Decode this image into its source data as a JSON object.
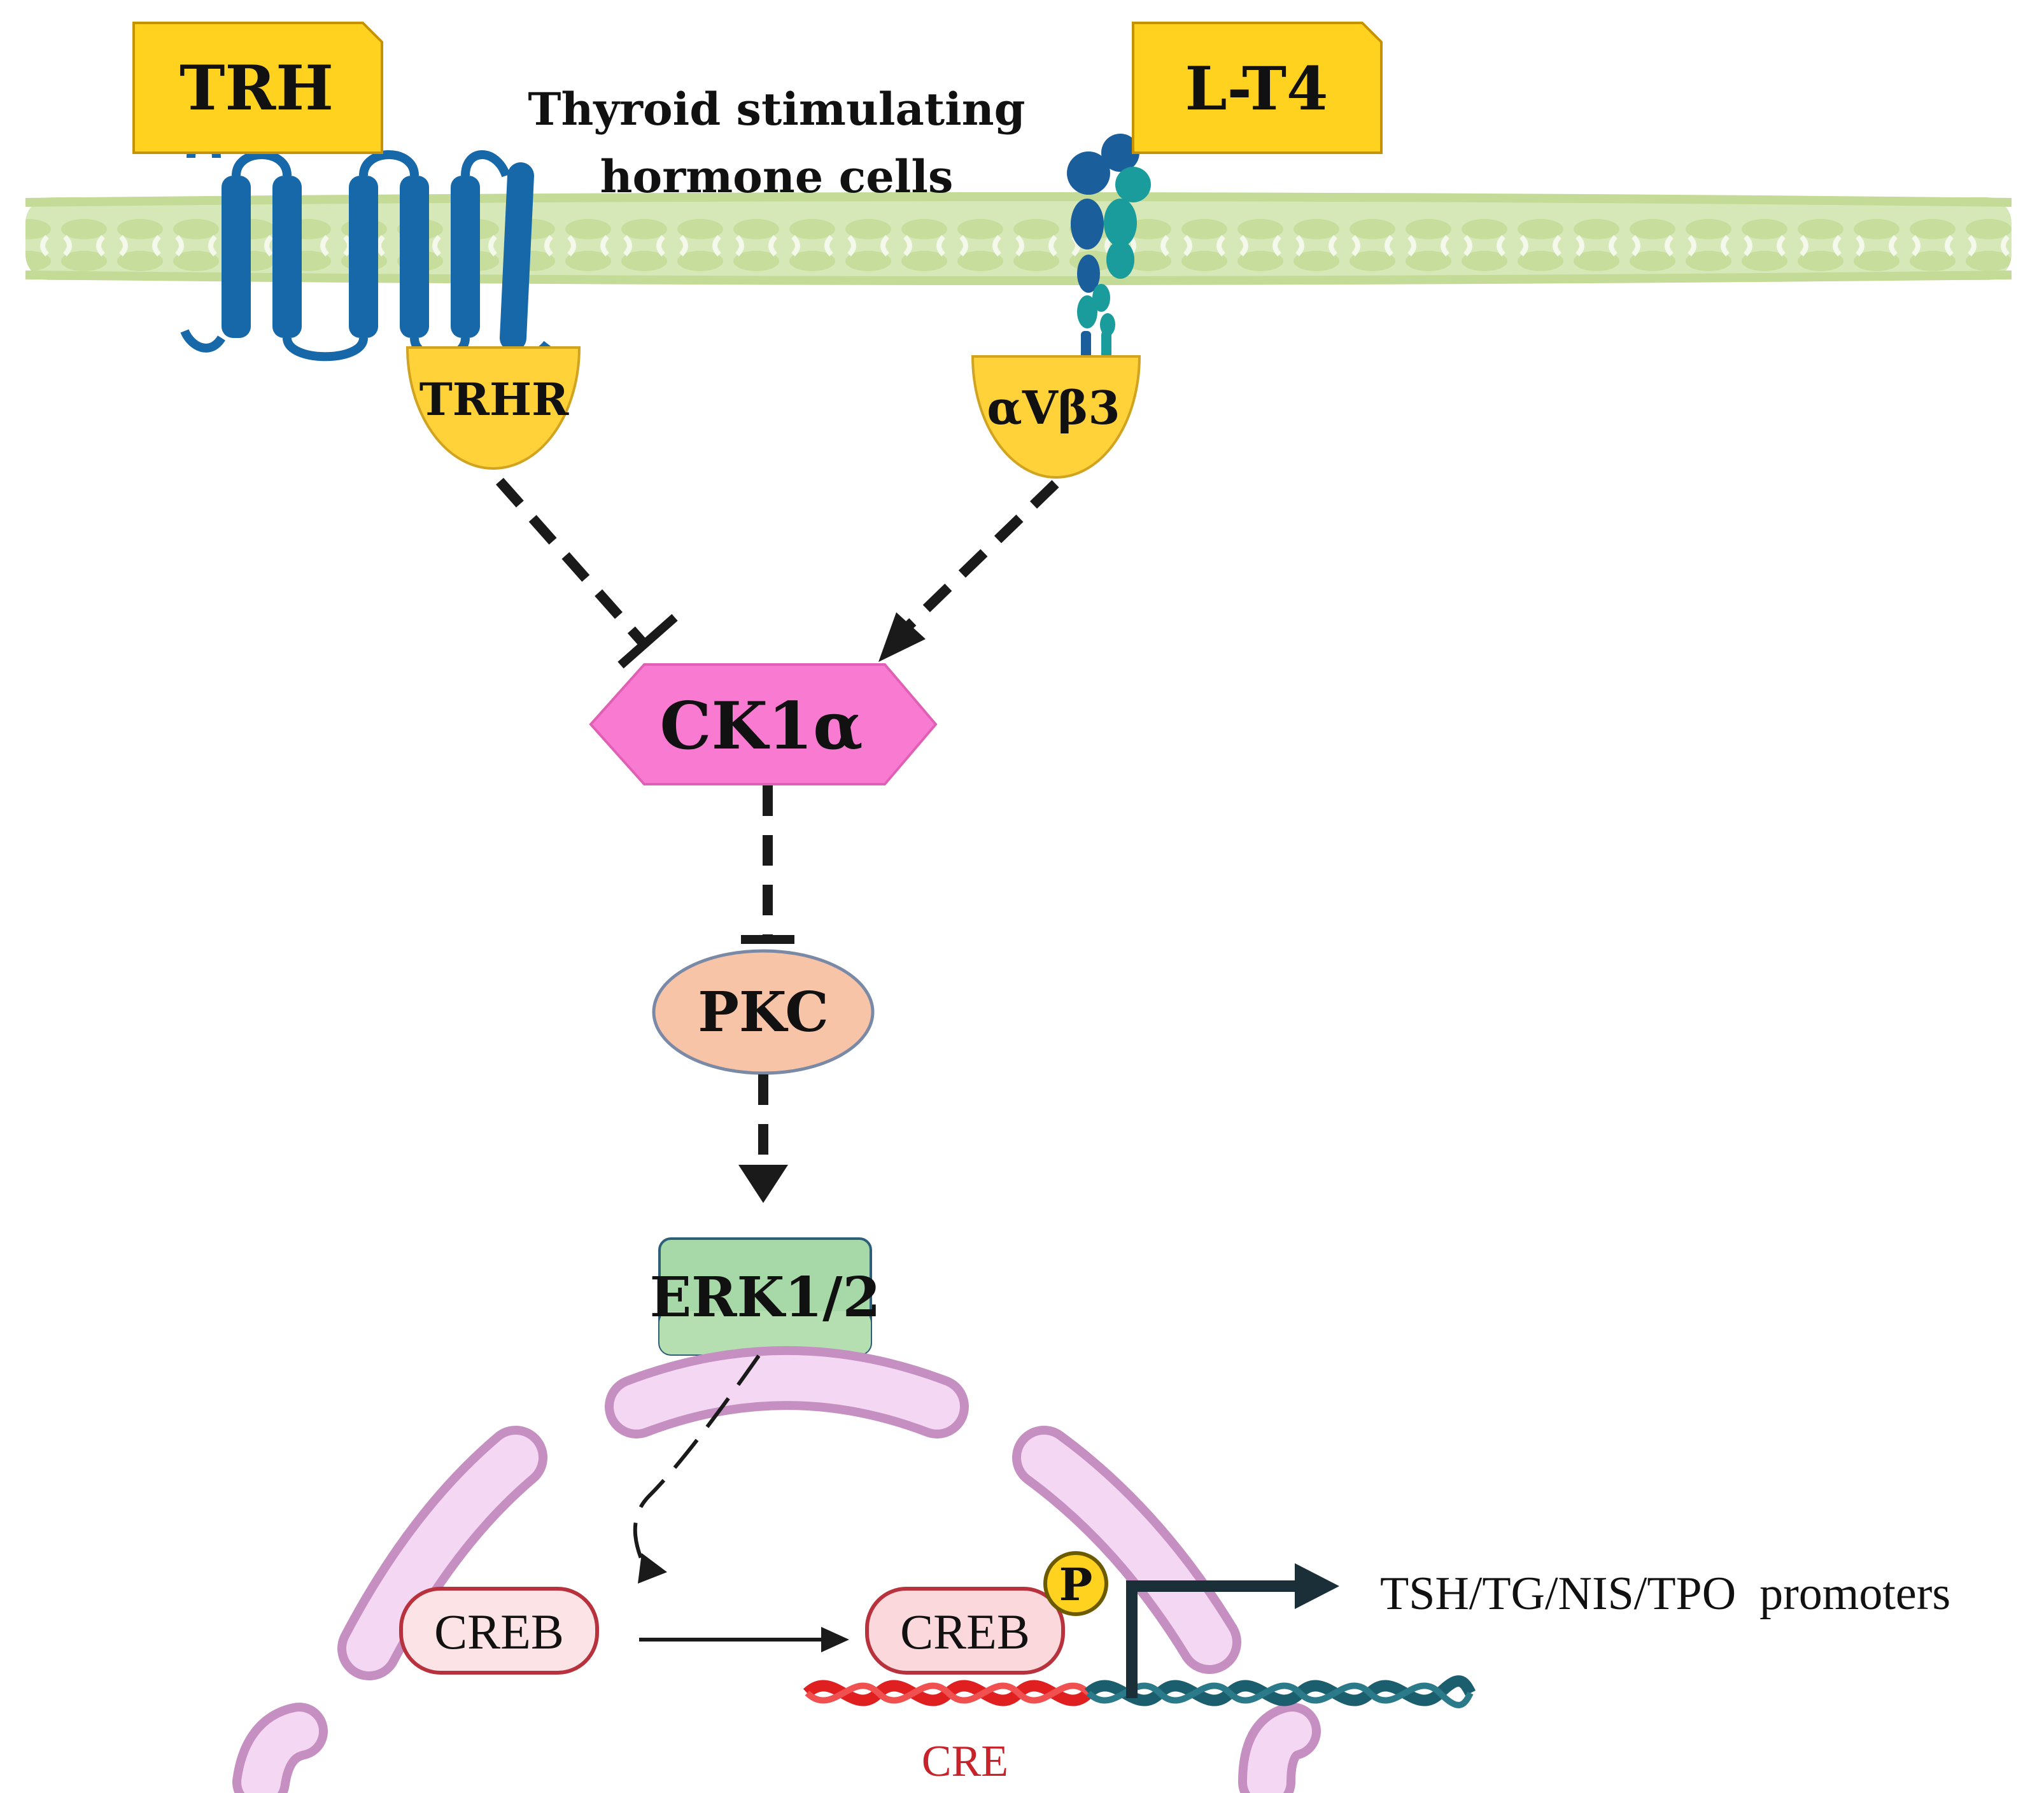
{
  "title_line1": "Thyroid stimulating",
  "title_line2": "hormone cells",
  "ligands": {
    "trh": "TRH",
    "lt4": "L-T4"
  },
  "receptors": {
    "trhr": "TRHR",
    "integrin": "αVβ3"
  },
  "nodes": {
    "ck1a": "CK1α",
    "pkc": "PKC",
    "erk": "ERK1/2",
    "creb": "CREB",
    "creb_p": "CREB",
    "phospho": "P",
    "cre": "CRE",
    "promoters": "TSH/TG/NIS/TPO  promoters"
  },
  "colors": {
    "ligand_fill": "#FFD21F",
    "receptor_fill": "#FFD23A",
    "gpcr_blue": "#1668A8",
    "integrin_teal": "#1A9C9C",
    "membrane_green": "#CFE3A7",
    "ck1a_fill": "#F87BD1",
    "pkc_fill": "#F8C4A8",
    "erk_fill": "#A7D9A8",
    "nucleus_pink": "#E0B3DD",
    "creb_fill": "#FBE3E6",
    "creb_stroke": "#B8323D",
    "cre_red": "#E02020",
    "dna_teal": "#1B5E6E",
    "arrow_dark": "#1A1A1A"
  }
}
